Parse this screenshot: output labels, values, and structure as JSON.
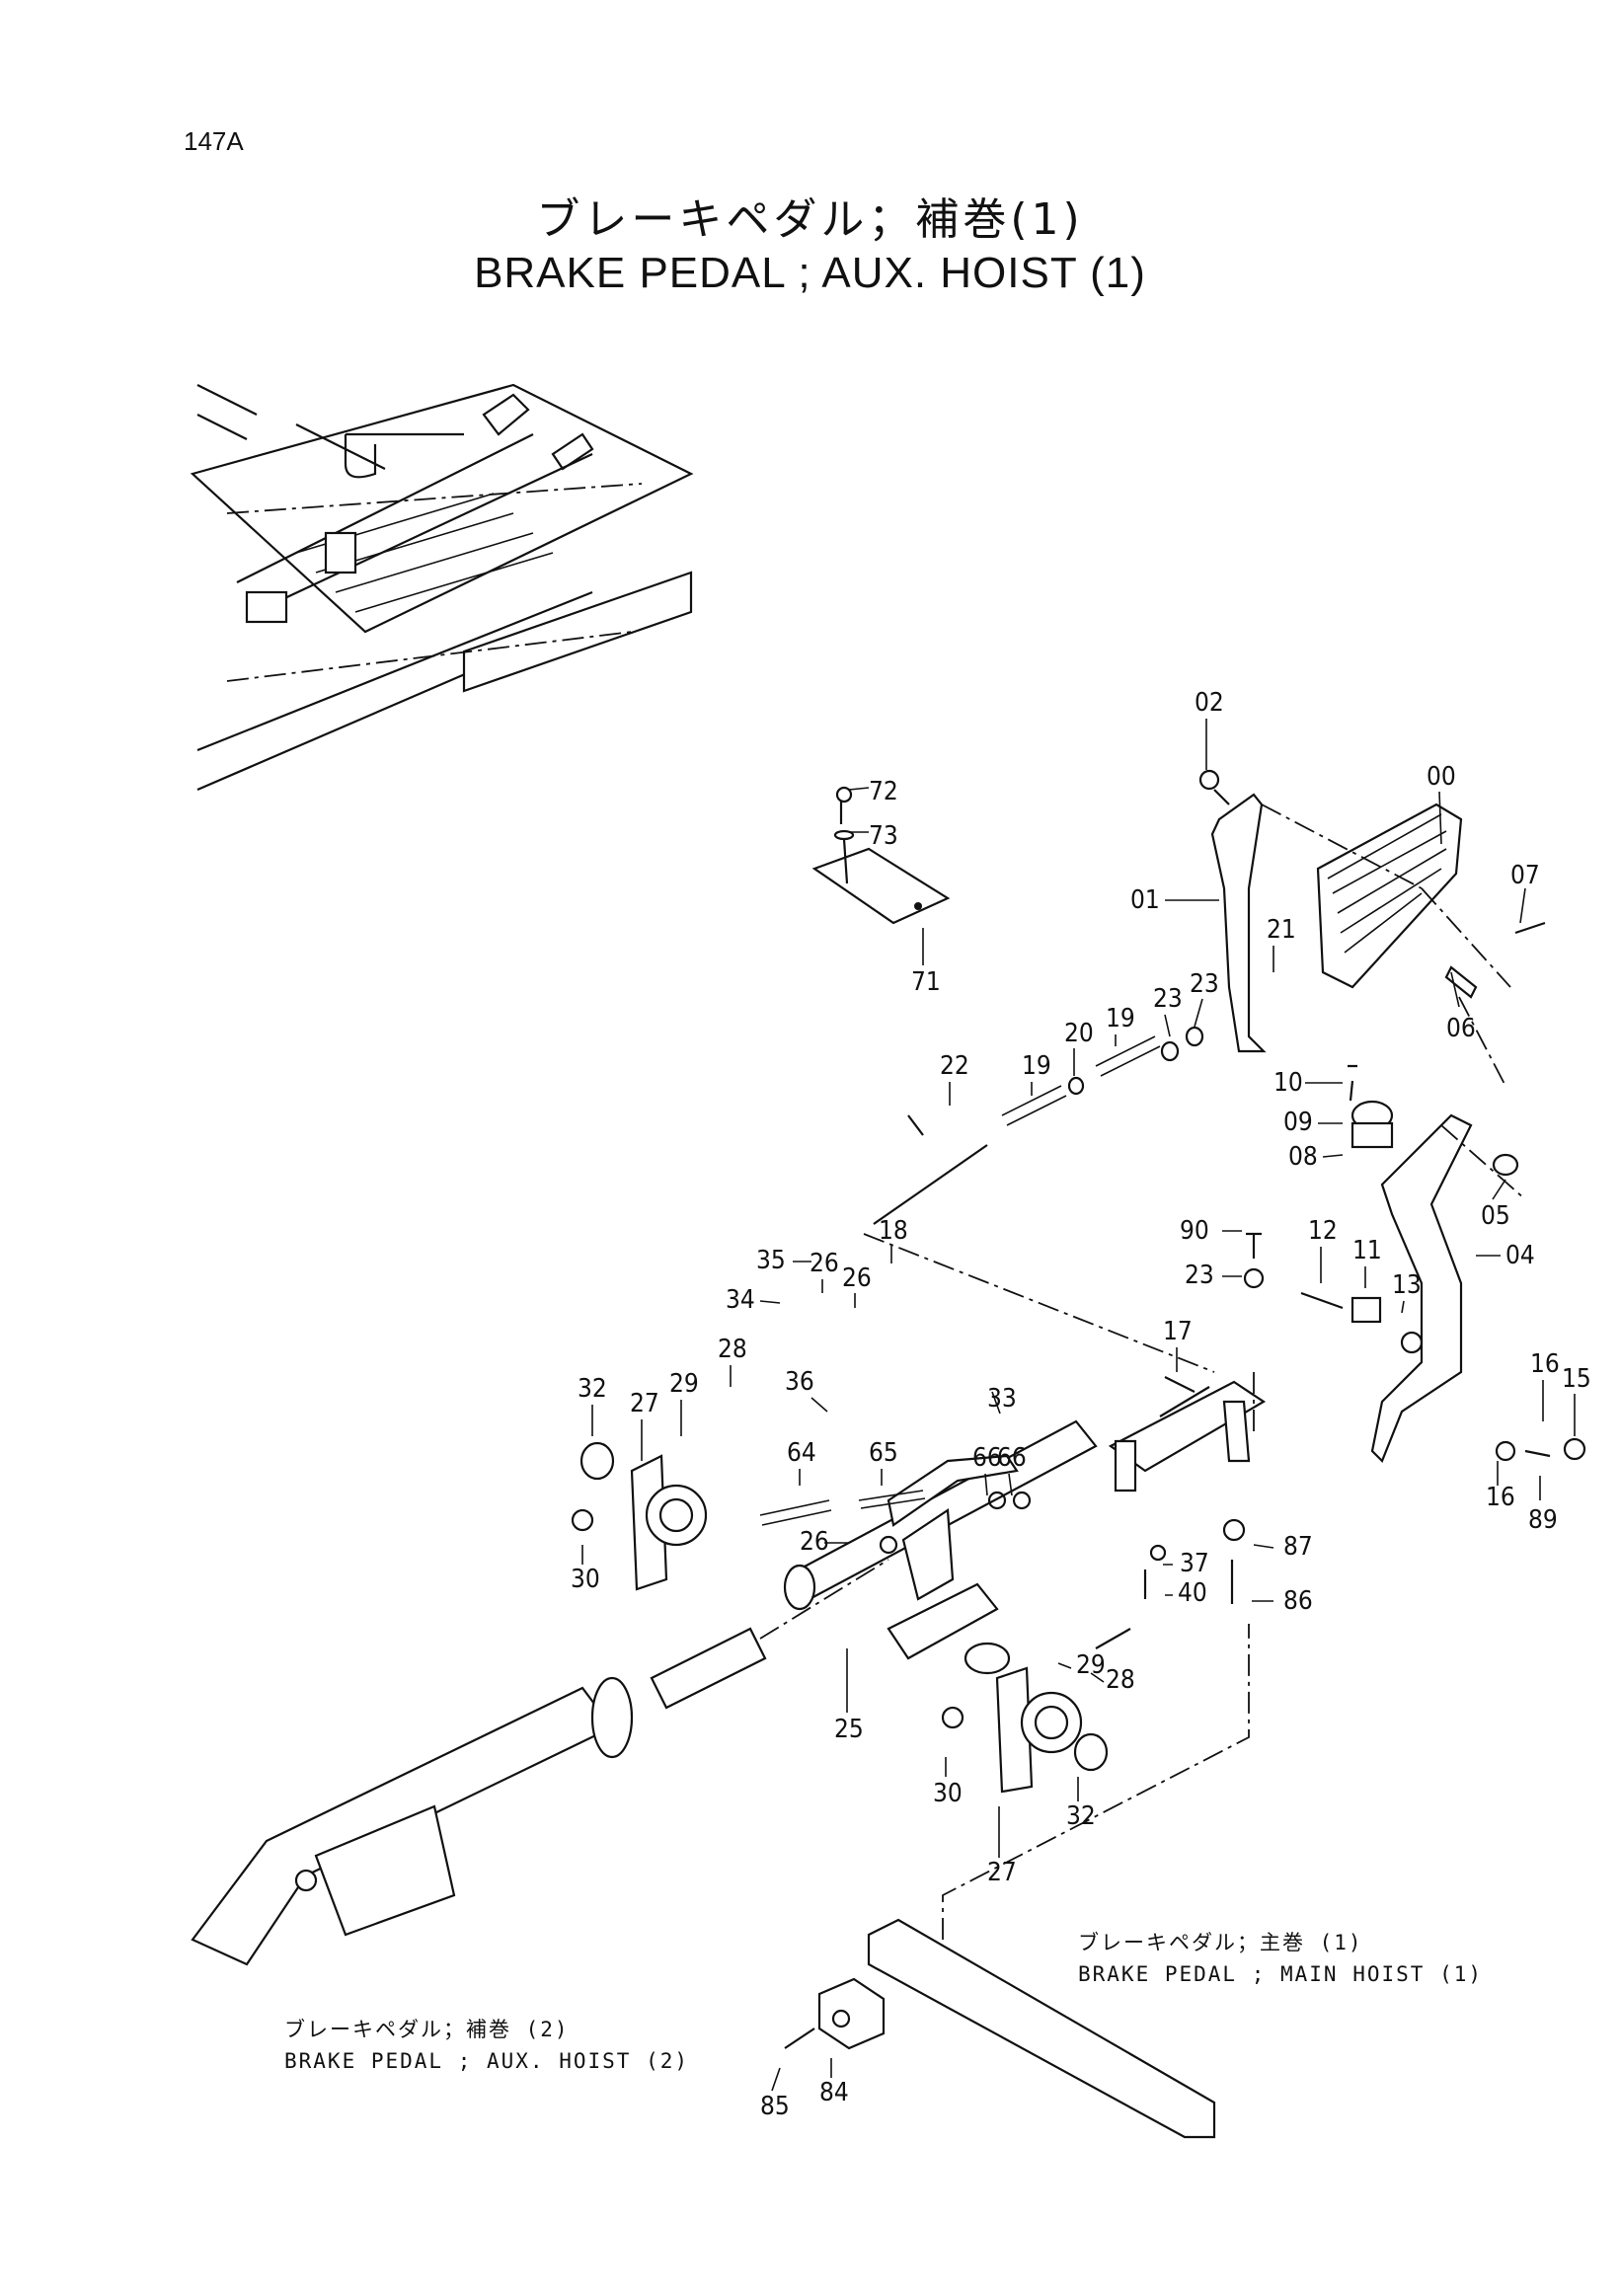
{
  "page_code": "147A",
  "title_jp": "ブレーキペダル；補巻(1)",
  "title_en": "BRAKE PEDAL ; AUX. HOIST (1)",
  "refs": {
    "main_hoist": {
      "jp": "ブレーキペダル；主巻 (1)",
      "en": "BRAKE PEDAL ; MAIN HOIST (1)"
    },
    "aux_hoist_2": {
      "jp": "ブレーキペダル；補巻 (2)",
      "en": "BRAKE PEDAL ; AUX. HOIST (2)"
    }
  },
  "part_numbers": [
    "00",
    "01",
    "02",
    "04",
    "05",
    "06",
    "07",
    "08",
    "09",
    "10",
    "11",
    "12",
    "13",
    "15",
    "16",
    "16",
    "17",
    "18",
    "19",
    "19",
    "20",
    "21",
    "22",
    "23",
    "23",
    "23",
    "25",
    "26",
    "26",
    "26",
    "26",
    "27",
    "27",
    "28",
    "28",
    "29",
    "29",
    "30",
    "30",
    "32",
    "32",
    "33",
    "34",
    "35",
    "36",
    "37",
    "40",
    "64",
    "65",
    "66",
    "66",
    "71",
    "72",
    "73",
    "84",
    "85",
    "86",
    "87",
    "89",
    "90"
  ]
}
